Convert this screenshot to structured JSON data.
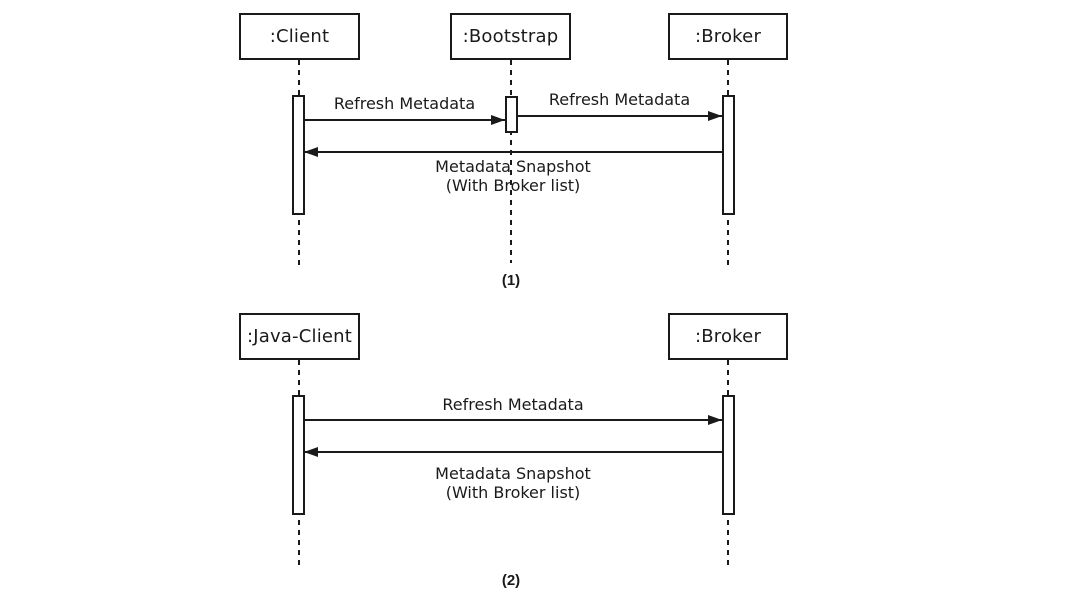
{
  "colors": {
    "line": "#1a1a1a",
    "background": "#ffffff"
  },
  "diagram1": {
    "caption": "(1)",
    "actors": {
      "client": ":Client",
      "bootstrap": ":Bootstrap",
      "broker": ":Broker"
    },
    "messages": {
      "client_to_bootstrap": "Refresh Metadata",
      "bootstrap_to_broker": "Refresh Metadata",
      "return_line1": "Metadata Snapshot",
      "return_line2": "(With Broker list)"
    }
  },
  "diagram2": {
    "caption": "(2)",
    "actors": {
      "java_client": ":Java-Client",
      "broker": ":Broker"
    },
    "messages": {
      "client_to_broker": "Refresh Metadata",
      "return_line1": "Metadata Snapshot",
      "return_line2": "(With Broker list)"
    }
  }
}
